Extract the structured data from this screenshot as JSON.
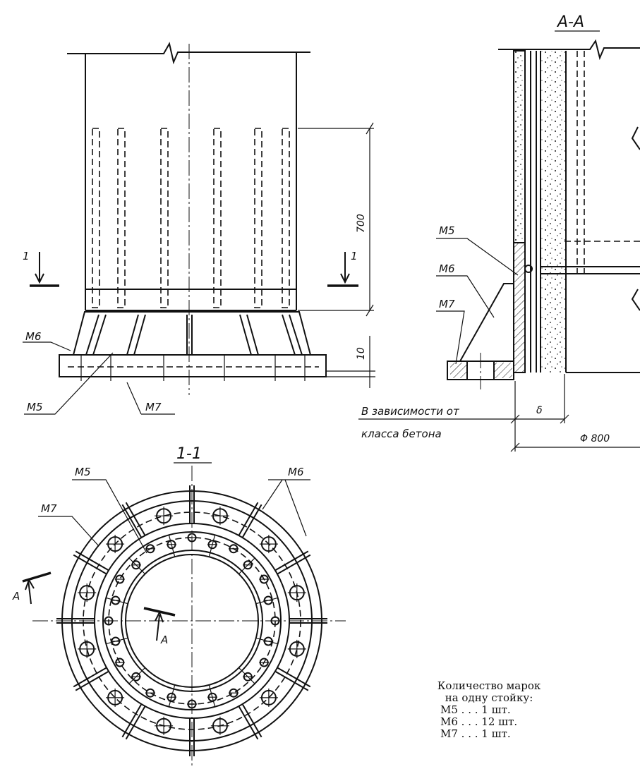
{
  "labels": {
    "section_aa": "A-A",
    "section_11": "1-1",
    "dim_700": "700",
    "dim_10": "10",
    "dim_delta": "δ",
    "dim_d800": "Φ 800",
    "cut_1": "1",
    "cut_a": "A",
    "m5": "M5",
    "m6": "M6",
    "m7": "M7",
    "note_line1": "В зависимости от",
    "note_line2": "класса бетона"
  },
  "quantity_table": {
    "title_line1": "Количество марок",
    "title_line2": "на одну стойку:",
    "rows": [
      {
        "text": "M5 . . .  1 шт."
      },
      {
        "text": "M6 . . . 12 шт."
      },
      {
        "text": "M7 . . .  1 шт."
      }
    ]
  }
}
